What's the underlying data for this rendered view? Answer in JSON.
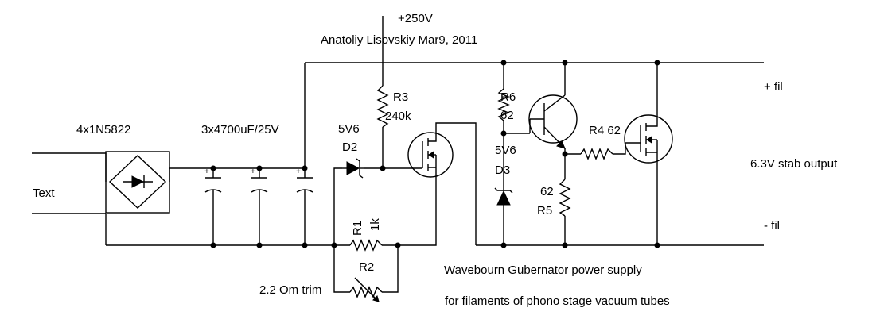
{
  "header": {
    "supply_voltage": "+250V",
    "author": "Anatoliy Lisovskiy Mar9, 2011"
  },
  "input": {
    "label": "Text",
    "bridge_label": "4x1N5822",
    "caps_label": "3x4700uF/25V"
  },
  "components": {
    "r3_name": "R3",
    "r3_value": "240k",
    "d2_value": "5V6",
    "d2_name": "D2",
    "r1_name": "R1",
    "r1_value": "1k",
    "r2_name": "R2",
    "trim_label": "2.2 Om trim",
    "r6_name": "R6",
    "r6_value": "62",
    "d3_value": "5V6",
    "d3_name": "D3",
    "r5_value": "62",
    "r5_name": "R5",
    "r4_label": "R4 62",
    "cap_plus": "+"
  },
  "output": {
    "plus_fil": "+ fil",
    "minus_fil": "- fil",
    "stab_output": "6.3V stab output"
  },
  "caption": {
    "line1": "Wavebourn Gubernator power supply",
    "line2": "for filaments of phono stage vacuum tubes"
  }
}
